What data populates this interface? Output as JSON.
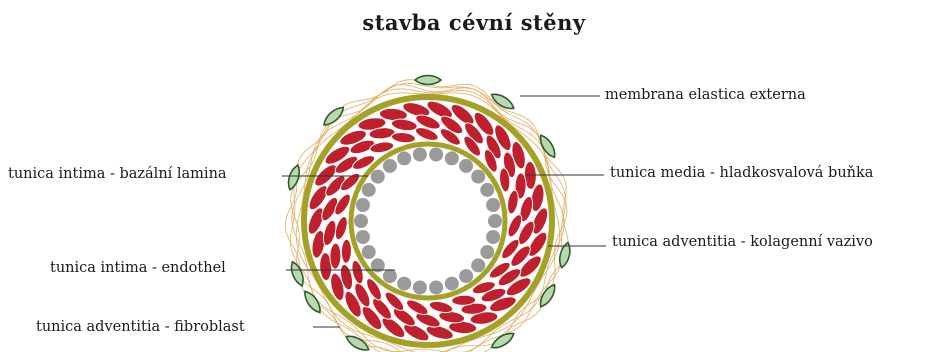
{
  "title": "stavba cévní stěny",
  "labels": {
    "membrana_elastica_externa": "membrana elastica externa",
    "tunica_media": "tunica media - hladkosvalová buňka",
    "tunica_adventitia_kolagen": "tunica adventitia - kolagenní vazivo",
    "tunica_intima_lamina": "tunica intima - bazální lamina",
    "tunica_intima_endothel": "tunica intima - endothel",
    "tunica_adventitia_fibroblast": "tunica adventitia - fibroblast"
  },
  "colors": {
    "muscle_cell": "#c0202e",
    "elastic_ring": "#a5a126",
    "endothel": "#9a9a9a",
    "fibroblast_fill": "#b8d8b0",
    "fibroblast_stroke": "#2f5a2a",
    "collagen": "#e0ad66",
    "leader": "#333333"
  }
}
